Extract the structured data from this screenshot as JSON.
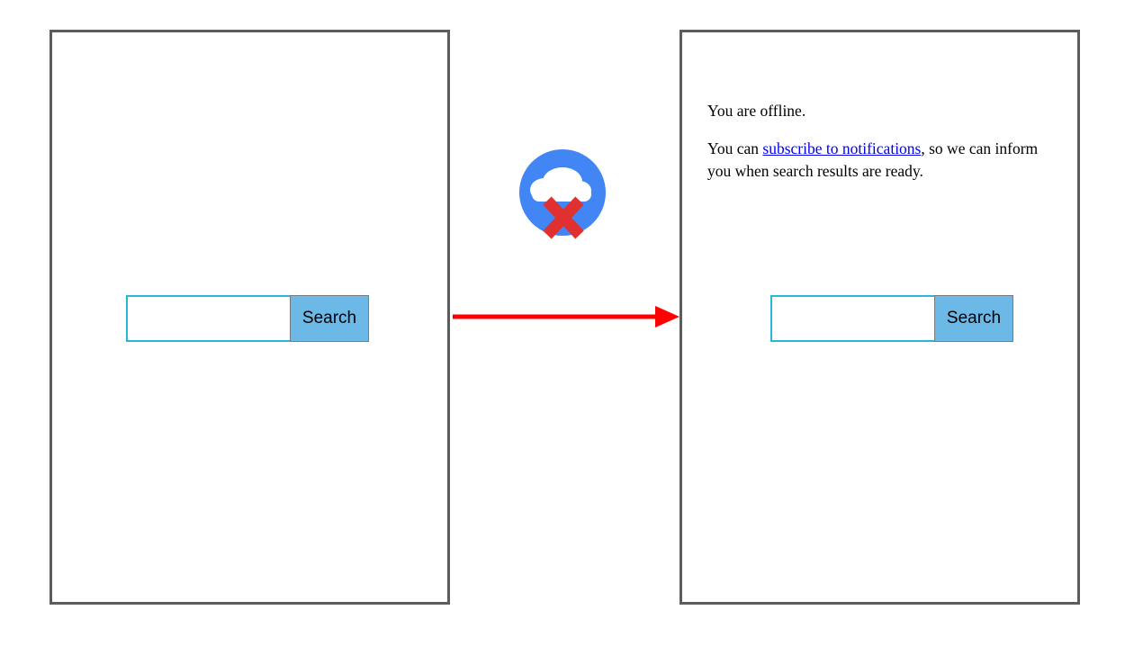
{
  "figure": {
    "type": "ui-flow-diagram",
    "background_color": "#ffffff",
    "panel_border_color": "#5c5c5c"
  },
  "panel_before": {
    "name": "search-screen-online",
    "search": {
      "input_value": "",
      "input_placeholder": "",
      "button_label": "Search"
    }
  },
  "panel_after": {
    "name": "search-screen-offline",
    "message": {
      "line1": "You are offline.",
      "line2_prefix": "You can ",
      "link_text": "subscribe to notifications",
      "line2_suffix": ", so we can inform you when search results are ready."
    },
    "search": {
      "input_value": "",
      "input_placeholder": "",
      "button_label": "Search"
    }
  },
  "offline_icon": {
    "name": "cloud-offline-icon",
    "circle_color": "#4285f4",
    "cloud_color": "#ffffff",
    "cross_color": "#e03030"
  },
  "arrow": {
    "name": "flow-arrow-right",
    "color": "#ff0000",
    "direction": "right"
  },
  "colors": {
    "link": "#0000ee",
    "input_border": "#29b6d8",
    "button_fill": "#6cb8e6",
    "button_border": "#7a7a7a",
    "panel_border": "#5c5c5c",
    "arrow": "#ff0000",
    "icon_blue": "#4285f4",
    "icon_red": "#e03030"
  }
}
